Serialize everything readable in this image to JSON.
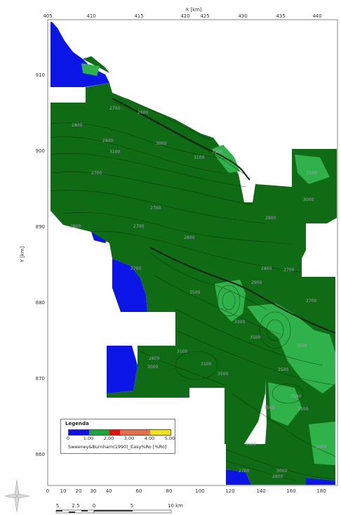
{
  "map": {
    "x_axis_title": "X [km]",
    "y_axis_title": "Y [km]",
    "top_ticks": [
      "405",
      "410",
      "415",
      "420",
      "425",
      "430",
      "435",
      "440"
    ],
    "left_ticks": [
      "910",
      "900",
      "890",
      "880",
      "870",
      "860"
    ],
    "bottom_ticks": [
      "0",
      "10",
      "20",
      "30",
      "40",
      "60",
      "80",
      "100",
      "120",
      "140",
      "160",
      "180"
    ],
    "contour_labels": [
      "2700",
      "2600",
      "2800",
      "3000",
      "3100",
      "3200",
      "3500",
      "3400",
      "2900",
      "3300"
    ],
    "colors": {
      "background": "#ffffff",
      "dark_green": "#0f6b14",
      "light_green": "#2fb24a",
      "blue": "#0b16e6",
      "contour": "#0a2a0a"
    }
  },
  "legend": {
    "title": "Legenda",
    "ticks": [
      "0",
      "1.00",
      "2.00",
      "3.00",
      "4.00",
      "5.00"
    ],
    "caption": "Sweeney&Burnham(1990)_Easy%Ro [%Ro]",
    "colors": [
      "#1010e0",
      "#1fa23a",
      "#e01010",
      "#e07050",
      "#f0e020"
    ]
  },
  "scale": {
    "labels": [
      "5",
      "2.5",
      "0",
      "5",
      "10 km"
    ]
  }
}
